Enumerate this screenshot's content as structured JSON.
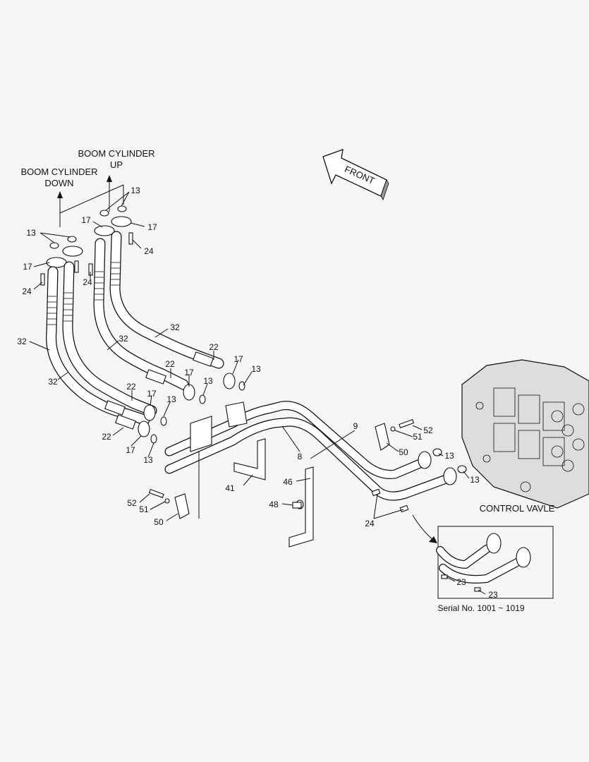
{
  "labels": {
    "boom_up": [
      "BOOM CYLINDER",
      "UP"
    ],
    "boom_down": [
      "BOOM CYLINDER",
      "DOWN"
    ],
    "front": "FRONT",
    "control_valve": "CONTROL VAVLE",
    "serial": "Serial No. 1001 ~ 1019"
  },
  "callouts": {
    "c13a": "13",
    "c13b": "13",
    "c13c": "13",
    "c13d": "13",
    "c13e": "13",
    "c13f": "13",
    "c13g": "13",
    "c13h": "13",
    "c17a": "17",
    "c17b": "17",
    "c17c": "17",
    "c17d": "17",
    "c17e": "17",
    "c17f": "17",
    "c24a": "24",
    "c24b": "24",
    "c24c": "24",
    "c24d": "24",
    "c32a": "32",
    "c32b": "32",
    "c32c": "32",
    "c32d": "32",
    "c22a": "22",
    "c22b": "22",
    "c22c": "22",
    "c22d": "22",
    "c9": "9",
    "c8": "8",
    "c41": "41",
    "c46": "46",
    "c48": "48",
    "c50a": "50",
    "c50b": "50",
    "c51a": "51",
    "c51b": "51",
    "c52a": "52",
    "c52b": "52",
    "c23a": "23",
    "c23b": "23"
  }
}
